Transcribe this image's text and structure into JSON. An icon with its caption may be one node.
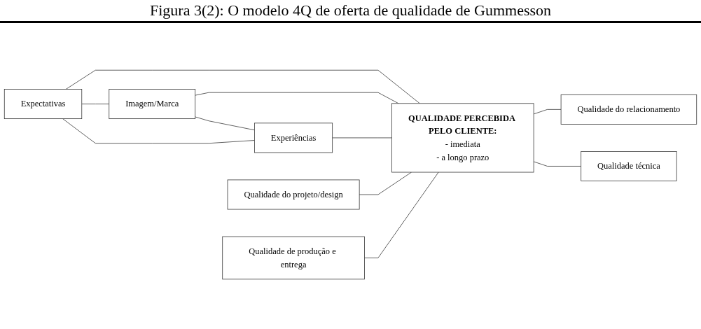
{
  "diagram": {
    "title": "Figura 3(2): O modelo 4Q de oferta de qualidade de Gummesson",
    "nodes": [
      {
        "text": [
          "Imagem/Marca"
        ]
      },
      {
        "text": [
          "Expectativas"
        ]
      },
      {
        "text": [
          "Experiências"
        ]
      },
      {
        "text": [
          "Qualidade do projeto/design"
        ]
      },
      {
        "text": [
          "QUALIDADE PERCEBIDA PELO CLIENTE:",
          "- imediata",
          "- a longo prazo"
        ]
      },
      {
        "text": [
          "Qualidade do relacionamento"
        ]
      },
      {
        "text": [
          "Qualidade de produção e entrega"
        ]
      },
      {
        "text": [
          "Qualidade técnica"
        ]
      }
    ],
    "edges": [
      {
        "from": 1,
        "to": 0,
        "arrow": "none"
      },
      {
        "from": 0,
        "to": 2,
        "arrow": "none"
      },
      {
        "from": 1,
        "to": 2,
        "arrow": "none"
      },
      {
        "from": 1,
        "to": 4,
        "arrow": "none"
      },
      {
        "from": 0,
        "to": 4,
        "arrow": "none"
      },
      {
        "from": 2,
        "to": 4,
        "arrow": "none"
      },
      {
        "from": 3,
        "to": 4,
        "arrow": "none"
      },
      {
        "from": 4,
        "to": 5,
        "arrow": "none"
      },
      {
        "from": 6,
        "to": 4,
        "arrow": "none"
      },
      {
        "from": 4,
        "to": 7,
        "arrow": "none"
      }
    ]
  }
}
